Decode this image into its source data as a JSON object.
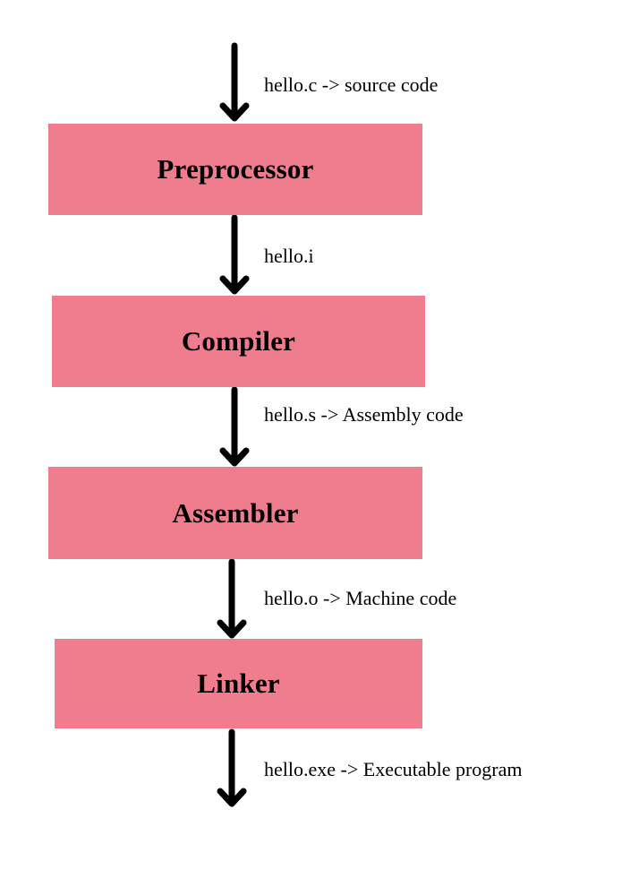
{
  "stages": [
    {
      "name": "Preprocessor"
    },
    {
      "name": "Compiler"
    },
    {
      "name": "Assembler"
    },
    {
      "name": "Linker"
    }
  ],
  "flows": [
    {
      "label": "hello.c -> source code"
    },
    {
      "label": "hello.i"
    },
    {
      "label": "hello.s -> Assembly code"
    },
    {
      "label": "hello.o -> Machine code"
    },
    {
      "label": "hello.exe -> Executable program"
    }
  ],
  "colors": {
    "box_fill": "#ef7d8e",
    "arrow": "#000000"
  }
}
